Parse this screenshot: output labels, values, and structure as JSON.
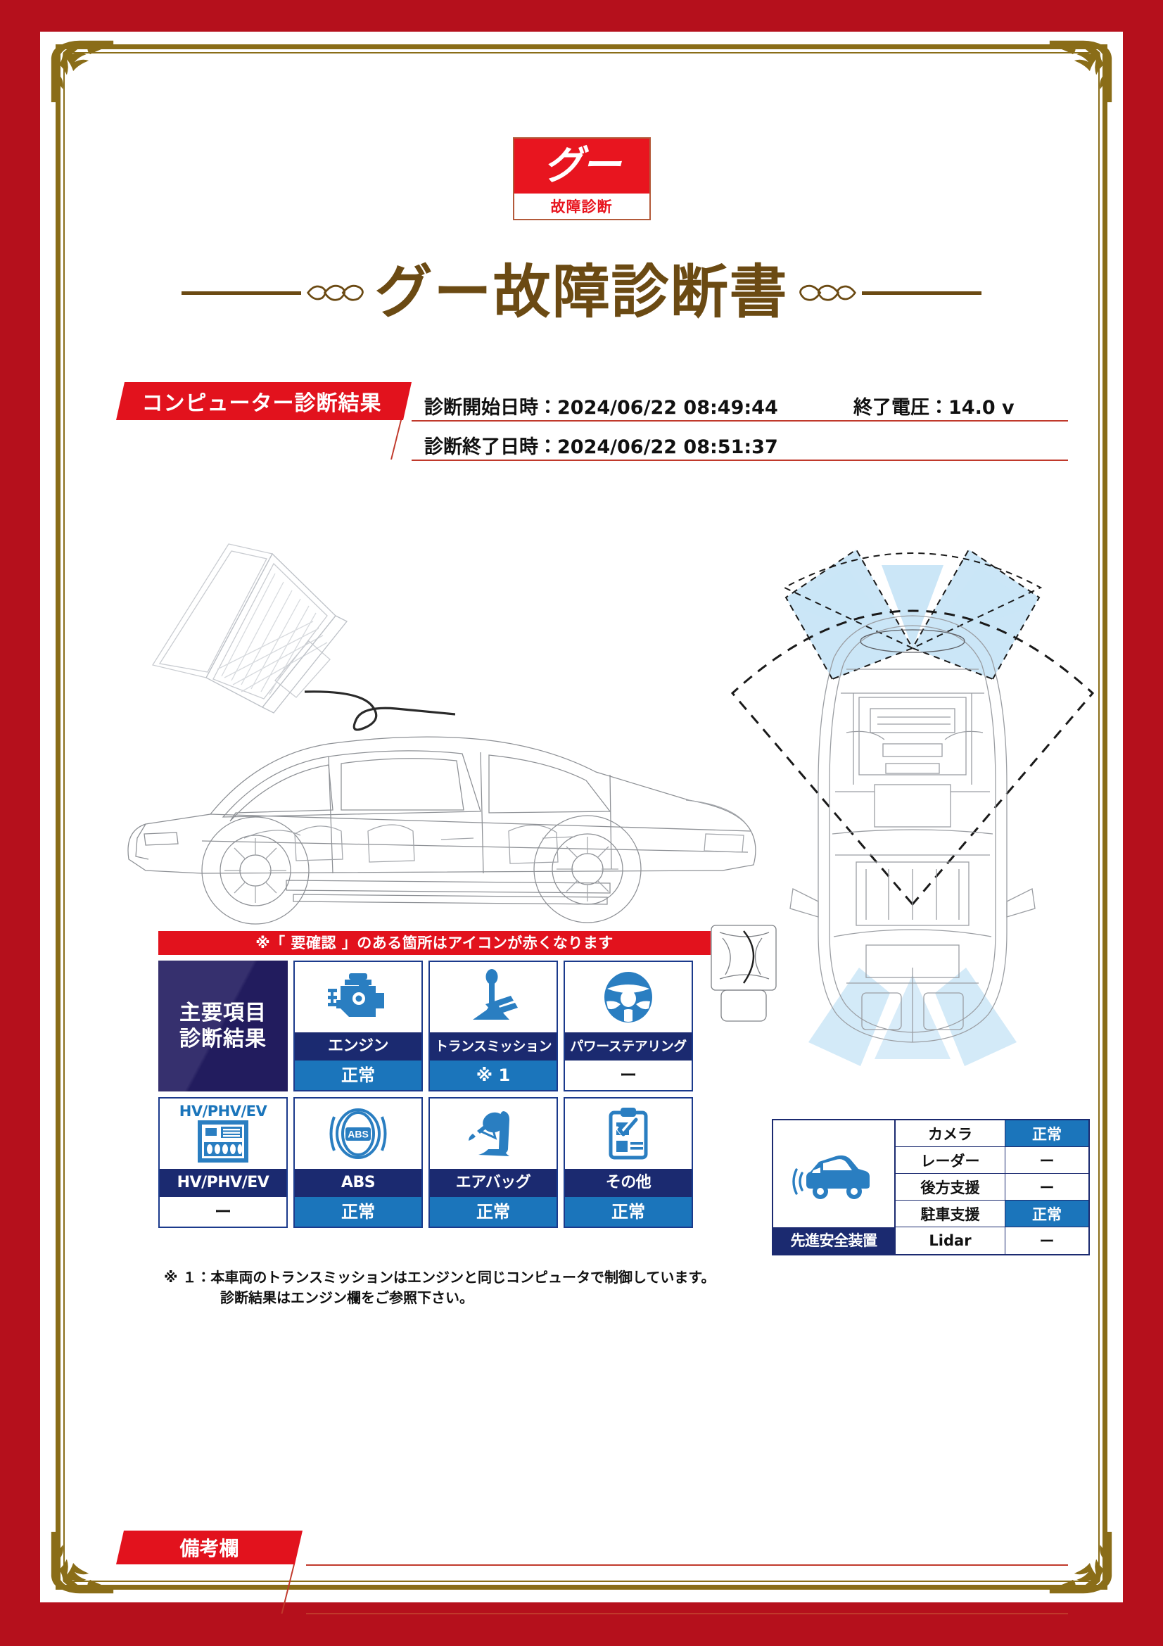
{
  "logo": {
    "mark": "グー",
    "sub": "故障診断"
  },
  "title": "グー故障診断書",
  "header": {
    "tag": "コンピューター診断結果",
    "start_label": "診断開始日時：",
    "start_value": "2024/06/22 08:49:44",
    "end_label": "診断終了日時：",
    "end_value": "2024/06/22 08:51:37",
    "voltage_label": "終了電圧：",
    "voltage_value": "14.0 v"
  },
  "results": {
    "banner": "※「 要確認 」のある箇所はアイコンが赤くなります",
    "panel_label_line1": "主要項目",
    "panel_label_line2": "診断結果",
    "cards": [
      {
        "icon": "engine-icon",
        "name": "エンジン",
        "status": "正常",
        "state": "ok"
      },
      {
        "icon": "transmission-icon",
        "name": "トランスミッション",
        "status": "※ 1",
        "state": "ok"
      },
      {
        "icon": "power-steering-icon",
        "name": "パワーステアリング",
        "status": "ー",
        "state": "none"
      },
      {
        "icon": "hv-battery-icon",
        "name": "HV/PHV/EV",
        "status": "ー",
        "state": "none",
        "overlabel": "HV/PHV/EV"
      },
      {
        "icon": "abs-icon",
        "name": "ABS",
        "status": "正常",
        "state": "ok"
      },
      {
        "icon": "airbag-icon",
        "name": "エアバッグ",
        "status": "正常",
        "state": "ok"
      },
      {
        "icon": "other-clipboard-icon",
        "name": "その他",
        "status": "正常",
        "state": "ok"
      }
    ],
    "footnote": "※ １：本車両のトランスミッションはエンジンと同じコンピュータで制御しています。\n　　　　診断結果はエンジン欄をご参照下さい。"
  },
  "safety": {
    "caption": "先進安全装置",
    "icon": "car-sensor-icon",
    "rows": [
      {
        "label": "カメラ",
        "value": "正常",
        "state": "ok"
      },
      {
        "label": "レーダー",
        "value": "ー",
        "state": "none"
      },
      {
        "label": "後方支援",
        "value": "ー",
        "state": "none"
      },
      {
        "label": "駐車支援",
        "value": "正常",
        "state": "ok"
      },
      {
        "label": "Lidar",
        "value": "ー",
        "state": "none"
      }
    ]
  },
  "remarks": {
    "tag": "備考欄",
    "content": ""
  },
  "colors": {
    "border_red": "#b5101c",
    "accent_red": "#e2121d",
    "gold": "#8a6d18",
    "title_brown": "#6b4a13",
    "navy": "#1b2a70",
    "blue": "#1b75bb",
    "sensor_blue": "#cbe6f7"
  },
  "illustrations": {
    "laptop": "laptop-wireframe-illustration",
    "car_side": "car-side-wireframe-illustration",
    "car_top": "car-top-sensor-illustration"
  }
}
